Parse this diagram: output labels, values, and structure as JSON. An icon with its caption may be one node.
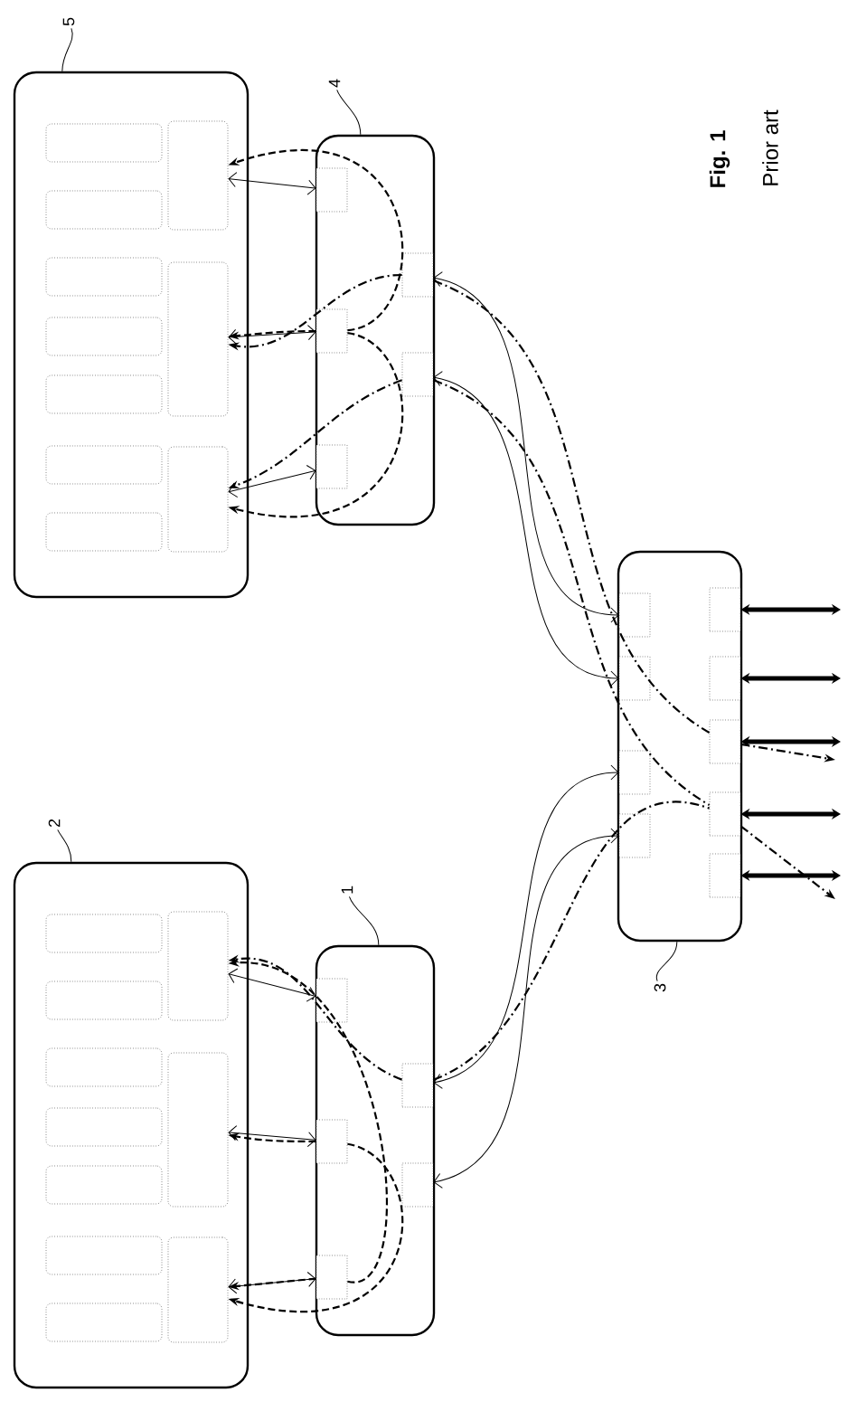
{
  "diagram": {
    "nodes": [
      {
        "text": [
          "5"
        ]
      },
      {
        "text": [],
        "shape": "box"
      },
      {
        "text": [],
        "shape": "box",
        "in": 1
      },
      {
        "text": [],
        "shape": "box",
        "in": 1
      },
      {
        "text": [],
        "shape": "box",
        "in": 1
      },
      {
        "text": [],
        "shape": "box",
        "in": 1
      },
      {
        "text": [],
        "shape": "box",
        "in": 1
      },
      {
        "text": [],
        "shape": "box",
        "in": 1
      },
      {
        "text": [],
        "shape": "box",
        "in": 1
      },
      {
        "text": [],
        "shape": "box",
        "in": 1
      },
      {
        "text": [],
        "shape": "box",
        "in": 1
      },
      {
        "text": [],
        "shape": "box",
        "in": 1
      },
      {
        "text": [
          "4"
        ]
      },
      {
        "text": [],
        "shape": "box"
      },
      {
        "text": [],
        "shape": "box",
        "in": 13
      },
      {
        "text": [],
        "shape": "box",
        "in": 13
      },
      {
        "text": [],
        "shape": "box",
        "in": 13
      },
      {
        "text": [],
        "shape": "box",
        "in": 13
      },
      {
        "text": [],
        "shape": "box",
        "in": 13
      },
      {
        "text": [
          "2"
        ]
      },
      {
        "text": [],
        "shape": "box"
      },
      {
        "text": [],
        "shape": "box",
        "in": 20
      },
      {
        "text": [],
        "shape": "box",
        "in": 20
      },
      {
        "text": [],
        "shape": "box",
        "in": 20
      },
      {
        "text": [],
        "shape": "box",
        "in": 20
      },
      {
        "text": [],
        "shape": "box",
        "in": 20
      },
      {
        "text": [],
        "shape": "box",
        "in": 20
      },
      {
        "text": [],
        "shape": "box",
        "in": 20
      },
      {
        "text": [],
        "shape": "box",
        "in": 20
      },
      {
        "text": [],
        "shape": "box",
        "in": 20
      },
      {
        "text": [],
        "shape": "box",
        "in": 20
      },
      {
        "text": [
          "1"
        ]
      },
      {
        "text": [],
        "shape": "box"
      },
      {
        "text": [],
        "shape": "box",
        "in": 32
      },
      {
        "text": [],
        "shape": "box",
        "in": 32
      },
      {
        "text": [],
        "shape": "box",
        "in": 32
      },
      {
        "text": [],
        "shape": "box",
        "in": 32
      },
      {
        "text": [],
        "shape": "box",
        "in": 32
      },
      {
        "text": [],
        "shape": "box"
      },
      {
        "text": [],
        "shape": "box",
        "in": 38
      },
      {
        "text": [],
        "shape": "box",
        "in": 38
      },
      {
        "text": [],
        "shape": "box",
        "in": 38
      },
      {
        "text": [],
        "shape": "box",
        "in": 38
      },
      {
        "text": [],
        "shape": "box",
        "in": 38
      },
      {
        "text": [],
        "shape": "box",
        "in": 38
      },
      {
        "text": [],
        "shape": "box",
        "in": 38
      },
      {
        "text": [],
        "shape": "box",
        "in": 38
      },
      {
        "text": [],
        "shape": "box",
        "in": 38
      },
      {
        "text": [
          "3"
        ]
      }
    ],
    "edges": [
      {
        "from": 0,
        "to": 1,
        "arrow": "none"
      },
      {
        "from": 12,
        "to": 13,
        "arrow": "none"
      },
      {
        "from": 19,
        "to": 20,
        "arrow": "none"
      },
      {
        "from": 31,
        "to": 32,
        "arrow": "none"
      },
      {
        "from": 48,
        "to": 38,
        "arrow": "none"
      },
      {
        "from": 9,
        "to": 14,
        "arrow": "both"
      },
      {
        "from": 15,
        "to": 9,
        "arrow": "to",
        "style": "dashed"
      },
      {
        "from": 17,
        "to": 10,
        "arrow": "to",
        "style": "dashed"
      },
      {
        "from": 15,
        "to": 10,
        "arrow": "to",
        "style": "dashed"
      },
      {
        "from": 15,
        "to": 10,
        "arrow": "both"
      },
      {
        "from": 18,
        "to": 11,
        "arrow": "to",
        "style": "dashed"
      },
      {
        "from": 15,
        "to": 11,
        "arrow": "to",
        "style": "dashed"
      },
      {
        "from": 11,
        "to": 16,
        "arrow": "both"
      },
      {
        "from": 17,
        "to": 39,
        "arrow": "both"
      },
      {
        "from": 18,
        "to": 40,
        "arrow": "both"
      },
      {
        "from": 17,
        "to": 45,
        "arrow": "none",
        "style": "dashed"
      },
      {
        "from": 18,
        "to": 46,
        "arrow": "none",
        "style": "dashed"
      },
      {
        "from": 36,
        "to": 41,
        "arrow": "both"
      },
      {
        "from": 37,
        "to": 42,
        "arrow": "both"
      },
      {
        "from": 36,
        "to": 46,
        "arrow": "none",
        "style": "dashed"
      },
      {
        "from": 36,
        "to": 28,
        "arrow": "to",
        "style": "dashed"
      },
      {
        "from": 35,
        "to": 28,
        "arrow": "to",
        "style": "dashed"
      },
      {
        "from": 28,
        "to": 33,
        "arrow": "both"
      },
      {
        "from": 34,
        "to": 29,
        "arrow": "to",
        "style": "dashed"
      },
      {
        "from": 29,
        "to": 34,
        "arrow": "both"
      },
      {
        "from": 35,
        "to": 30,
        "arrow": "to",
        "style": "dashed"
      },
      {
        "from": 34,
        "to": 30,
        "arrow": "to",
        "style": "dashed"
      },
      {
        "from": 30,
        "to": 35,
        "arrow": "both"
      },
      {
        "from": 43,
        "to": null,
        "arrow": "both",
        "style": "thick"
      },
      {
        "from": 44,
        "to": null,
        "arrow": "both",
        "style": "thick"
      },
      {
        "from": 45,
        "to": null,
        "arrow": "both",
        "style": "thick"
      },
      {
        "from": 46,
        "to": null,
        "arrow": "both",
        "style": "thick"
      },
      {
        "from": 47,
        "to": null,
        "arrow": "both",
        "style": "thick"
      },
      {
        "from": 45,
        "to": null,
        "arrow": "to",
        "style": "dashed"
      },
      {
        "from": 46,
        "to": null,
        "arrow": "to",
        "style": "dashed"
      }
    ],
    "labels": [
      "Fig. 1",
      "Prior art"
    ]
  }
}
